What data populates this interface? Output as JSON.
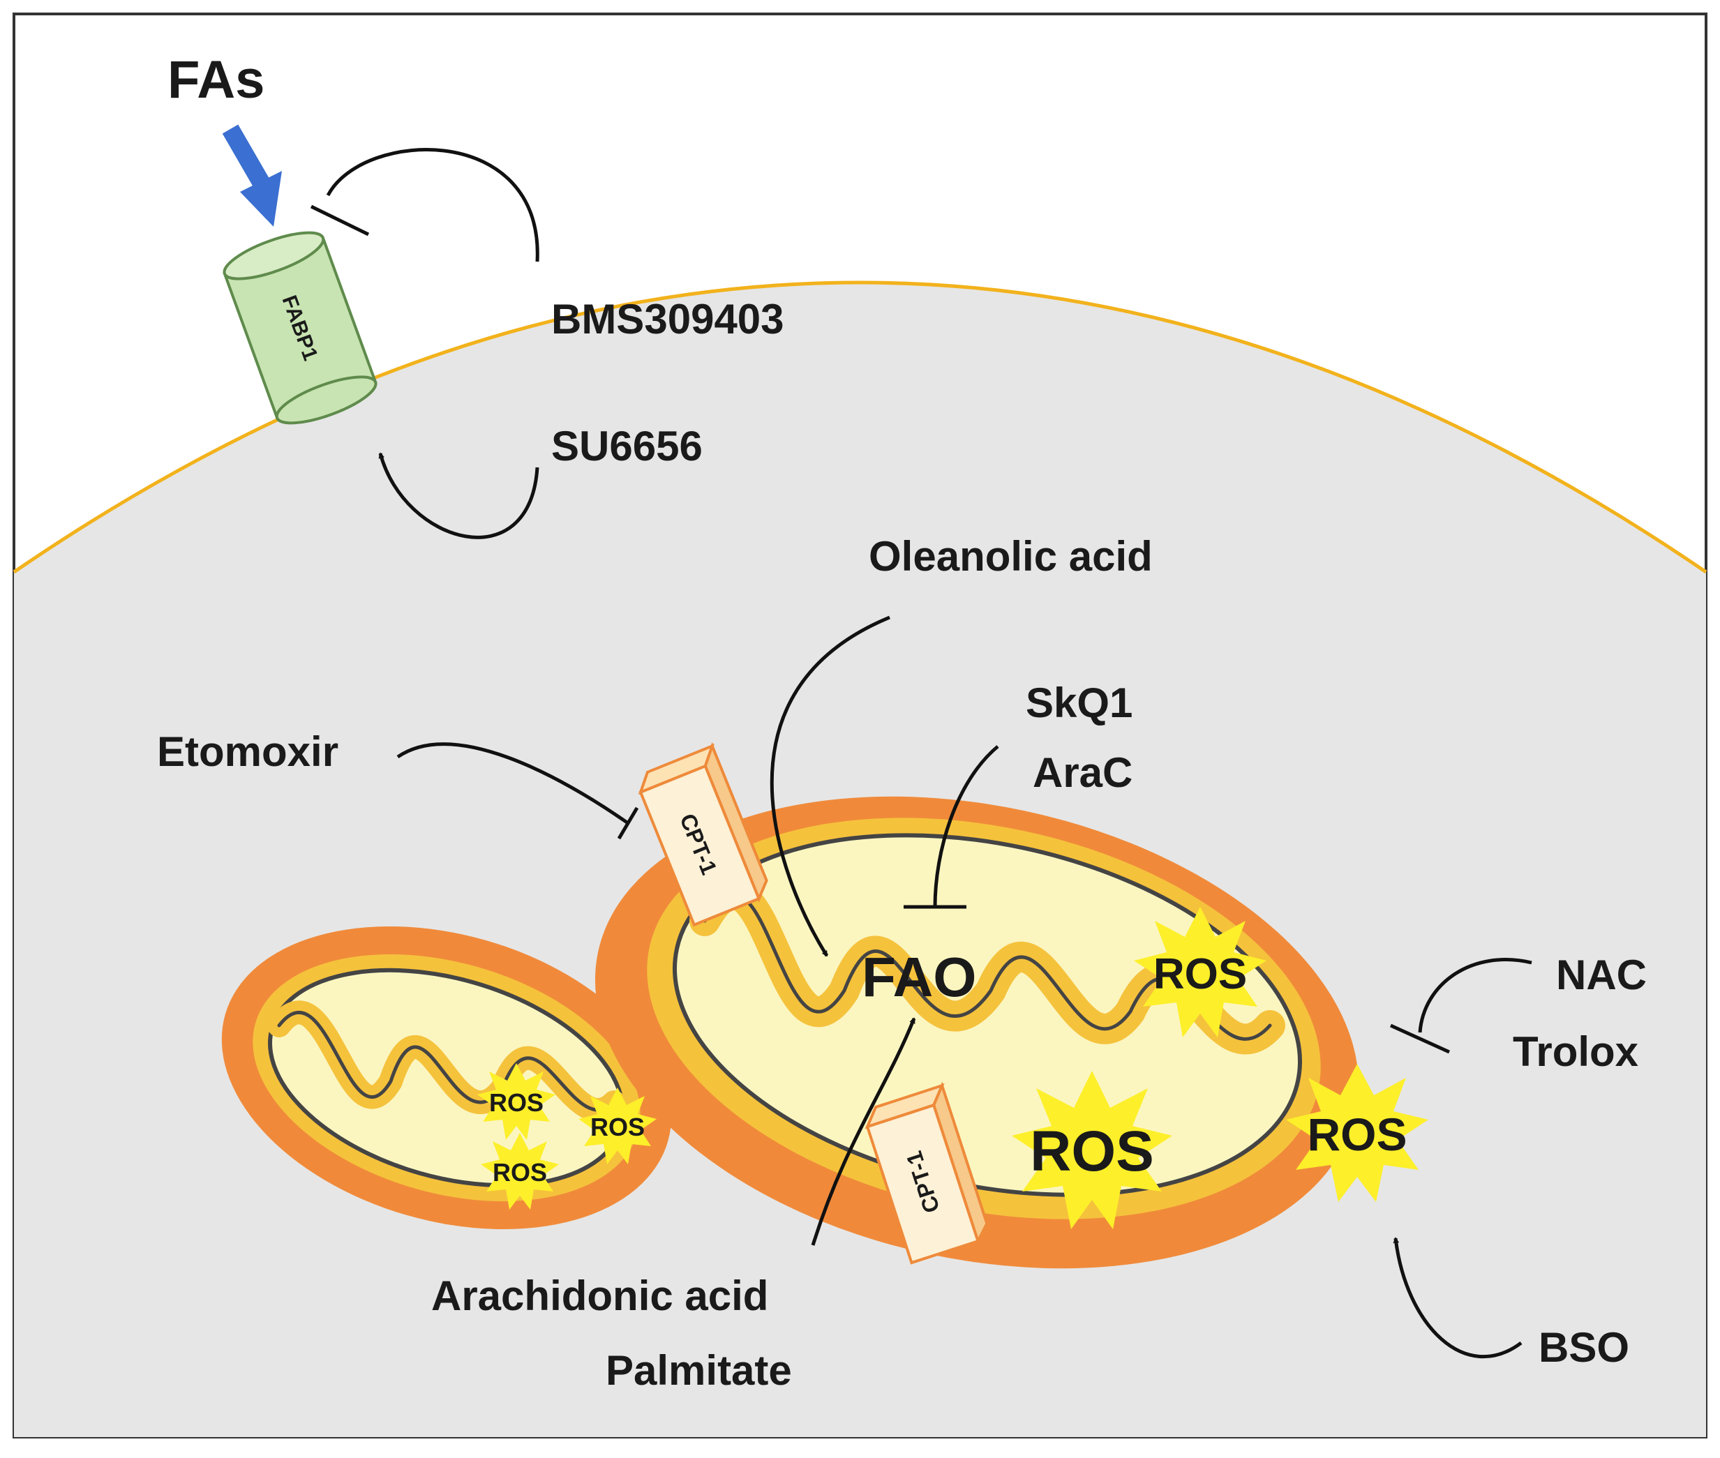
{
  "labels": {
    "fas": "FAs",
    "bms": "BMS309403",
    "su": "SU6656",
    "oleanolic": "Oleanolic acid",
    "skq1": "SkQ1",
    "arac": "AraC",
    "etomoxir": "Etomoxir",
    "fao": "FAO",
    "nac": "NAC",
    "trolox": "Trolox",
    "arachidonic": "Arachidonic acid",
    "palmitate": "Palmitate",
    "bso": "BSO"
  },
  "proteins": {
    "fabp1": "FABP1",
    "cpt1_top": "CPT-1",
    "cpt1_bottom": "CPT-1"
  },
  "ros": {
    "label": "ROS"
  },
  "colors": {
    "background": "#e6e6e6",
    "membrane": "#f2b21c",
    "mito_outer": "#f08a3a",
    "mito_inner": "#f5c23c",
    "matrix": "#fbf6c0",
    "fabp_fill": "#c8e4b2",
    "cpt_fill": "#fdf1d7",
    "cpt_edge": "#ee8a3a",
    "fa_arrow": "#3b6fd1",
    "ros_burst": "#fdef2a",
    "ros_text": "#e8141a"
  }
}
